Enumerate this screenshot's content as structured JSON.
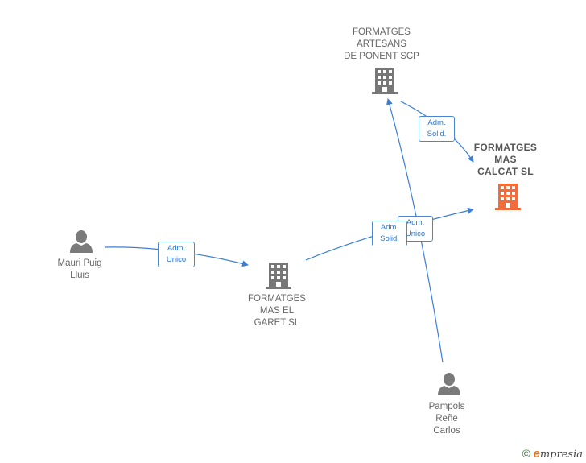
{
  "nodes": {
    "mauri": {
      "lines": [
        "Mauri Puig",
        "Lluis"
      ]
    },
    "garet": {
      "lines": [
        "FORMATGES",
        "MAS EL",
        "GARET  SL"
      ]
    },
    "artesans": {
      "lines": [
        "FORMATGES",
        "ARTESANS",
        "DE PONENT SCP"
      ]
    },
    "calcat": {
      "lines": [
        "FORMATGES",
        "MAS",
        "CALCAT  SL"
      ]
    },
    "pampols": {
      "lines": [
        "Pampols",
        "Reñe",
        "Carlos"
      ]
    }
  },
  "edges": {
    "mauri_garet": [
      "Adm.",
      "Unico"
    ],
    "artesans_calcat": [
      "Adm.",
      "Solid."
    ],
    "garet_calcat": [
      "Adm.",
      "Unico"
    ],
    "pampols_artesans": [
      "Adm.",
      "Solid."
    ]
  },
  "colors": {
    "edge": "#3d7fd4",
    "company": "#777777",
    "focus_company": "#f26b3a",
    "person": "#7a7a7a"
  },
  "icons": {
    "company": "building-icon",
    "person": "person-icon"
  },
  "footer": {
    "copyright": "©",
    "brand_e": "e",
    "brand_rest": "mpresia"
  }
}
